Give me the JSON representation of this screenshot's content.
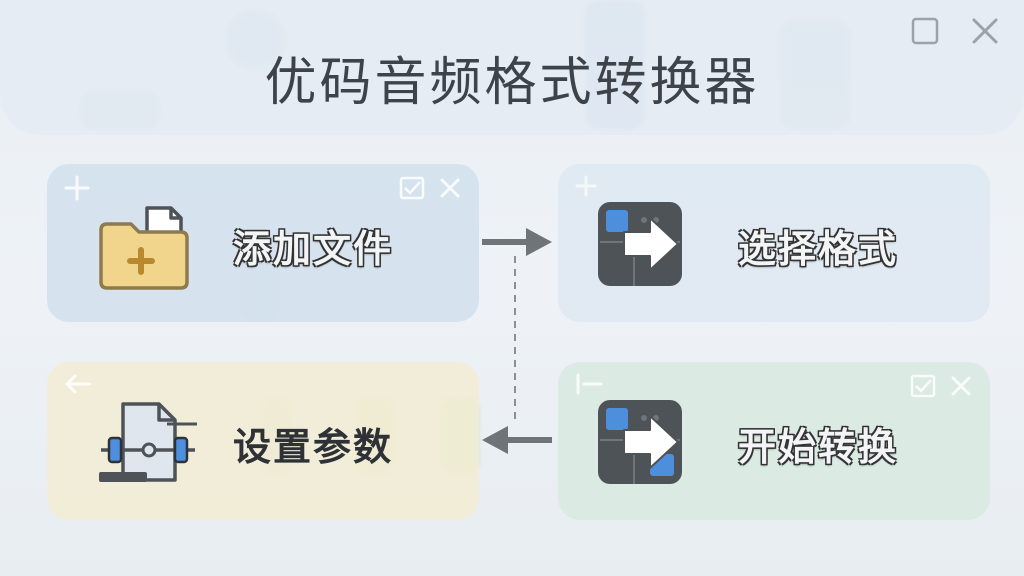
{
  "app": {
    "title": "优码音频格式转换器"
  },
  "window_controls": [
    {
      "icon": "maximize-icon"
    },
    {
      "icon": "close-icon"
    }
  ],
  "steps": {
    "add_files": {
      "label": "添加文件",
      "icon": "folder-add-icon"
    },
    "select_format": {
      "label": "选择格式",
      "icon": "format-convert-icon"
    },
    "set_params": {
      "label": "设置参数",
      "icon": "settings-file-icon"
    },
    "start_convert": {
      "label": "开始转换",
      "icon": "start-convert-icon"
    }
  },
  "colors": {
    "title_text": "#3d4349",
    "arrow": "#6f7479",
    "card_add_bg": "#cddeec",
    "card_format_bg": "#d7e4ee",
    "card_params_bg": "#f2ecd2",
    "card_start_bg": "#d6e8de",
    "folder_yellow": "#f2d58c",
    "icon_dark": "#4e5358",
    "icon_accent_blue": "#4d8fdc"
  }
}
